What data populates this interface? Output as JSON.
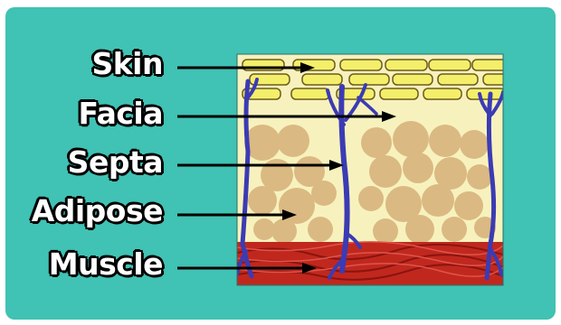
{
  "colors": {
    "background": "#40c2b4",
    "skin": "#f3ef6a",
    "facia": "#f7f2bd",
    "adipose": "#dbb983",
    "muscle": "#c0281e",
    "vessel": "#3b3bb4"
  },
  "layers": [
    {
      "id": "skin",
      "label": "Skin"
    },
    {
      "id": "facia",
      "label": "Facia"
    },
    {
      "id": "septa",
      "label": "Septa"
    },
    {
      "id": "adipose",
      "label": "Adipose"
    },
    {
      "id": "muscle",
      "label": "Muscle"
    }
  ]
}
